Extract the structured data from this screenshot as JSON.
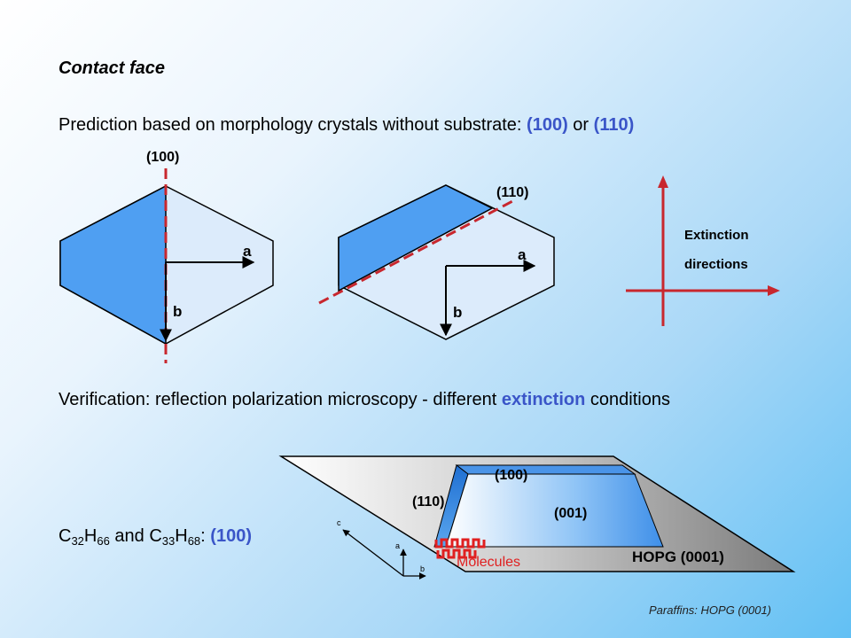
{
  "heading": "Contact face",
  "prediction": {
    "text": "Prediction based on morphology crystals without substrate: ",
    "face1": "(100)",
    "sep": " or ",
    "face2": "(110)"
  },
  "crystal_100": {
    "plane_label": "(100)",
    "axis_a": "a",
    "axis_b": "b"
  },
  "crystal_110": {
    "plane_label": "(110)",
    "axis_a": "a",
    "axis_b": "b"
  },
  "extinction": {
    "line1": "Extinction",
    "line2": "directions"
  },
  "verification": {
    "text": "Verification: reflection polarization microscopy - different ",
    "highlight": "extinction",
    "end": " conditions"
  },
  "formula": {
    "c1": "C",
    "s1": "32",
    "h1": "H",
    "s2": "66",
    "and": " and ",
    "c2": "C",
    "s3": "33",
    "h2": "H",
    "s4": "68",
    "colon": ": ",
    "face": "(100)"
  },
  "substrate_diagram": {
    "face_top": "(100)",
    "face_side": "(110)",
    "face_main": "(001)",
    "molecules": "Molecules",
    "substrate": "HOPG (0001)",
    "axis_c": "c",
    "axis_a": "a",
    "axis_b": "b"
  },
  "caption": "Paraffins: HOPG (0001)",
  "colors": {
    "hexagon_fill": "#dcebfb",
    "face_fill": "#4f9ff2",
    "dashed_line": "#c8272e",
    "highlight": "#3a55c8",
    "extinction_cross": "#c8272e",
    "molecules": "#e02020"
  }
}
